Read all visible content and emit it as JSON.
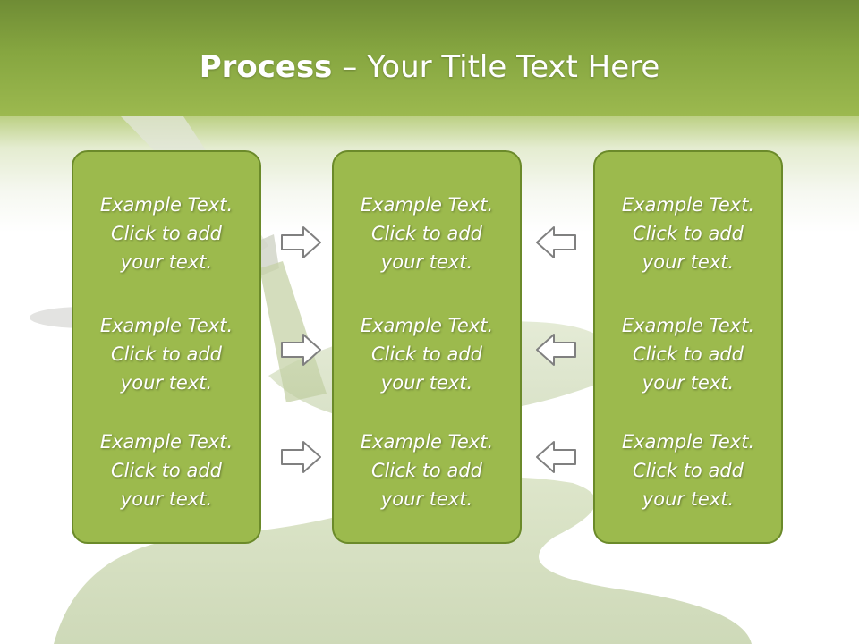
{
  "slide": {
    "title_bold": "Process",
    "title_rest": " – Your Title Text Here"
  },
  "cards": [
    {
      "items": [
        {
          "line1": "Example Text.",
          "line2": "Click  to add",
          "line3": "your text."
        },
        {
          "line1": "Example Text.",
          "line2": "Click  to add",
          "line3": "your text."
        },
        {
          "line1": "Example Text.",
          "line2": "Click  to add",
          "line3": "your text."
        }
      ]
    },
    {
      "items": [
        {
          "line1": "Example Text.",
          "line2": "Click  to add",
          "line3": "your text."
        },
        {
          "line1": "Example Text.",
          "line2": "Click  to add",
          "line3": "your text."
        },
        {
          "line1": "Example Text.",
          "line2": "Click  to add",
          "line3": "your text."
        }
      ]
    },
    {
      "items": [
        {
          "line1": "Example Text.",
          "line2": "Click  to add",
          "line3": "your text."
        },
        {
          "line1": "Example Text.",
          "line2": "Click  to add",
          "line3": "your text."
        },
        {
          "line1": "Example Text.",
          "line2": "Click  to add",
          "line3": "your text."
        }
      ]
    }
  ],
  "arrows": {
    "left_column": "arrow-right-icon",
    "right_column": "arrow-left-icon"
  },
  "colors": {
    "header": "#86a640",
    "card_fill": "#9cba4d",
    "card_border": "#6b8a2a",
    "text": "#ffffff"
  }
}
